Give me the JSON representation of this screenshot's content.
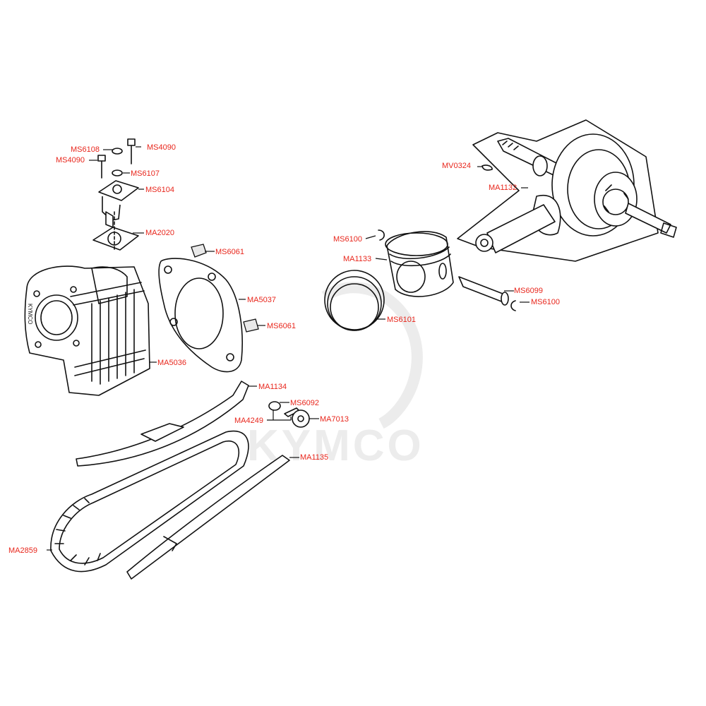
{
  "watermark": {
    "text": "KYMCO"
  },
  "cylinder_stamp": "KYMCO",
  "colors": {
    "label": "#e8261c",
    "line": "#111111",
    "watermark": "#ececec"
  },
  "labels": [
    {
      "id": "ms6108",
      "code": "MS6108"
    },
    {
      "id": "ms4090-top",
      "code": "MS4090"
    },
    {
      "id": "ms4090-left",
      "code": "MS4090"
    },
    {
      "id": "ms6107",
      "code": "MS6107"
    },
    {
      "id": "ms6104",
      "code": "MS6104"
    },
    {
      "id": "ma2020",
      "code": "MA2020"
    },
    {
      "id": "ms6061-top",
      "code": "MS6061"
    },
    {
      "id": "ma5037",
      "code": "MA5037"
    },
    {
      "id": "ms6061-bottom",
      "code": "MS6061"
    },
    {
      "id": "ma5036",
      "code": "MA5036"
    },
    {
      "id": "ma1134",
      "code": "MA1134"
    },
    {
      "id": "ms6092",
      "code": "MS6092"
    },
    {
      "id": "ma4249",
      "code": "MA4249"
    },
    {
      "id": "ma7013",
      "code": "MA7013"
    },
    {
      "id": "ma1135",
      "code": "MA1135"
    },
    {
      "id": "ma2859",
      "code": "MA2859"
    },
    {
      "id": "mv0324",
      "code": "MV0324"
    },
    {
      "id": "ma1132",
      "code": "MA1132"
    },
    {
      "id": "ms6100-top",
      "code": "MS6100"
    },
    {
      "id": "ma1133",
      "code": "MA1133"
    },
    {
      "id": "ms6099",
      "code": "MS6099"
    },
    {
      "id": "ms6100-bottom",
      "code": "MS6100"
    },
    {
      "id": "ms6101",
      "code": "MS6101"
    }
  ]
}
